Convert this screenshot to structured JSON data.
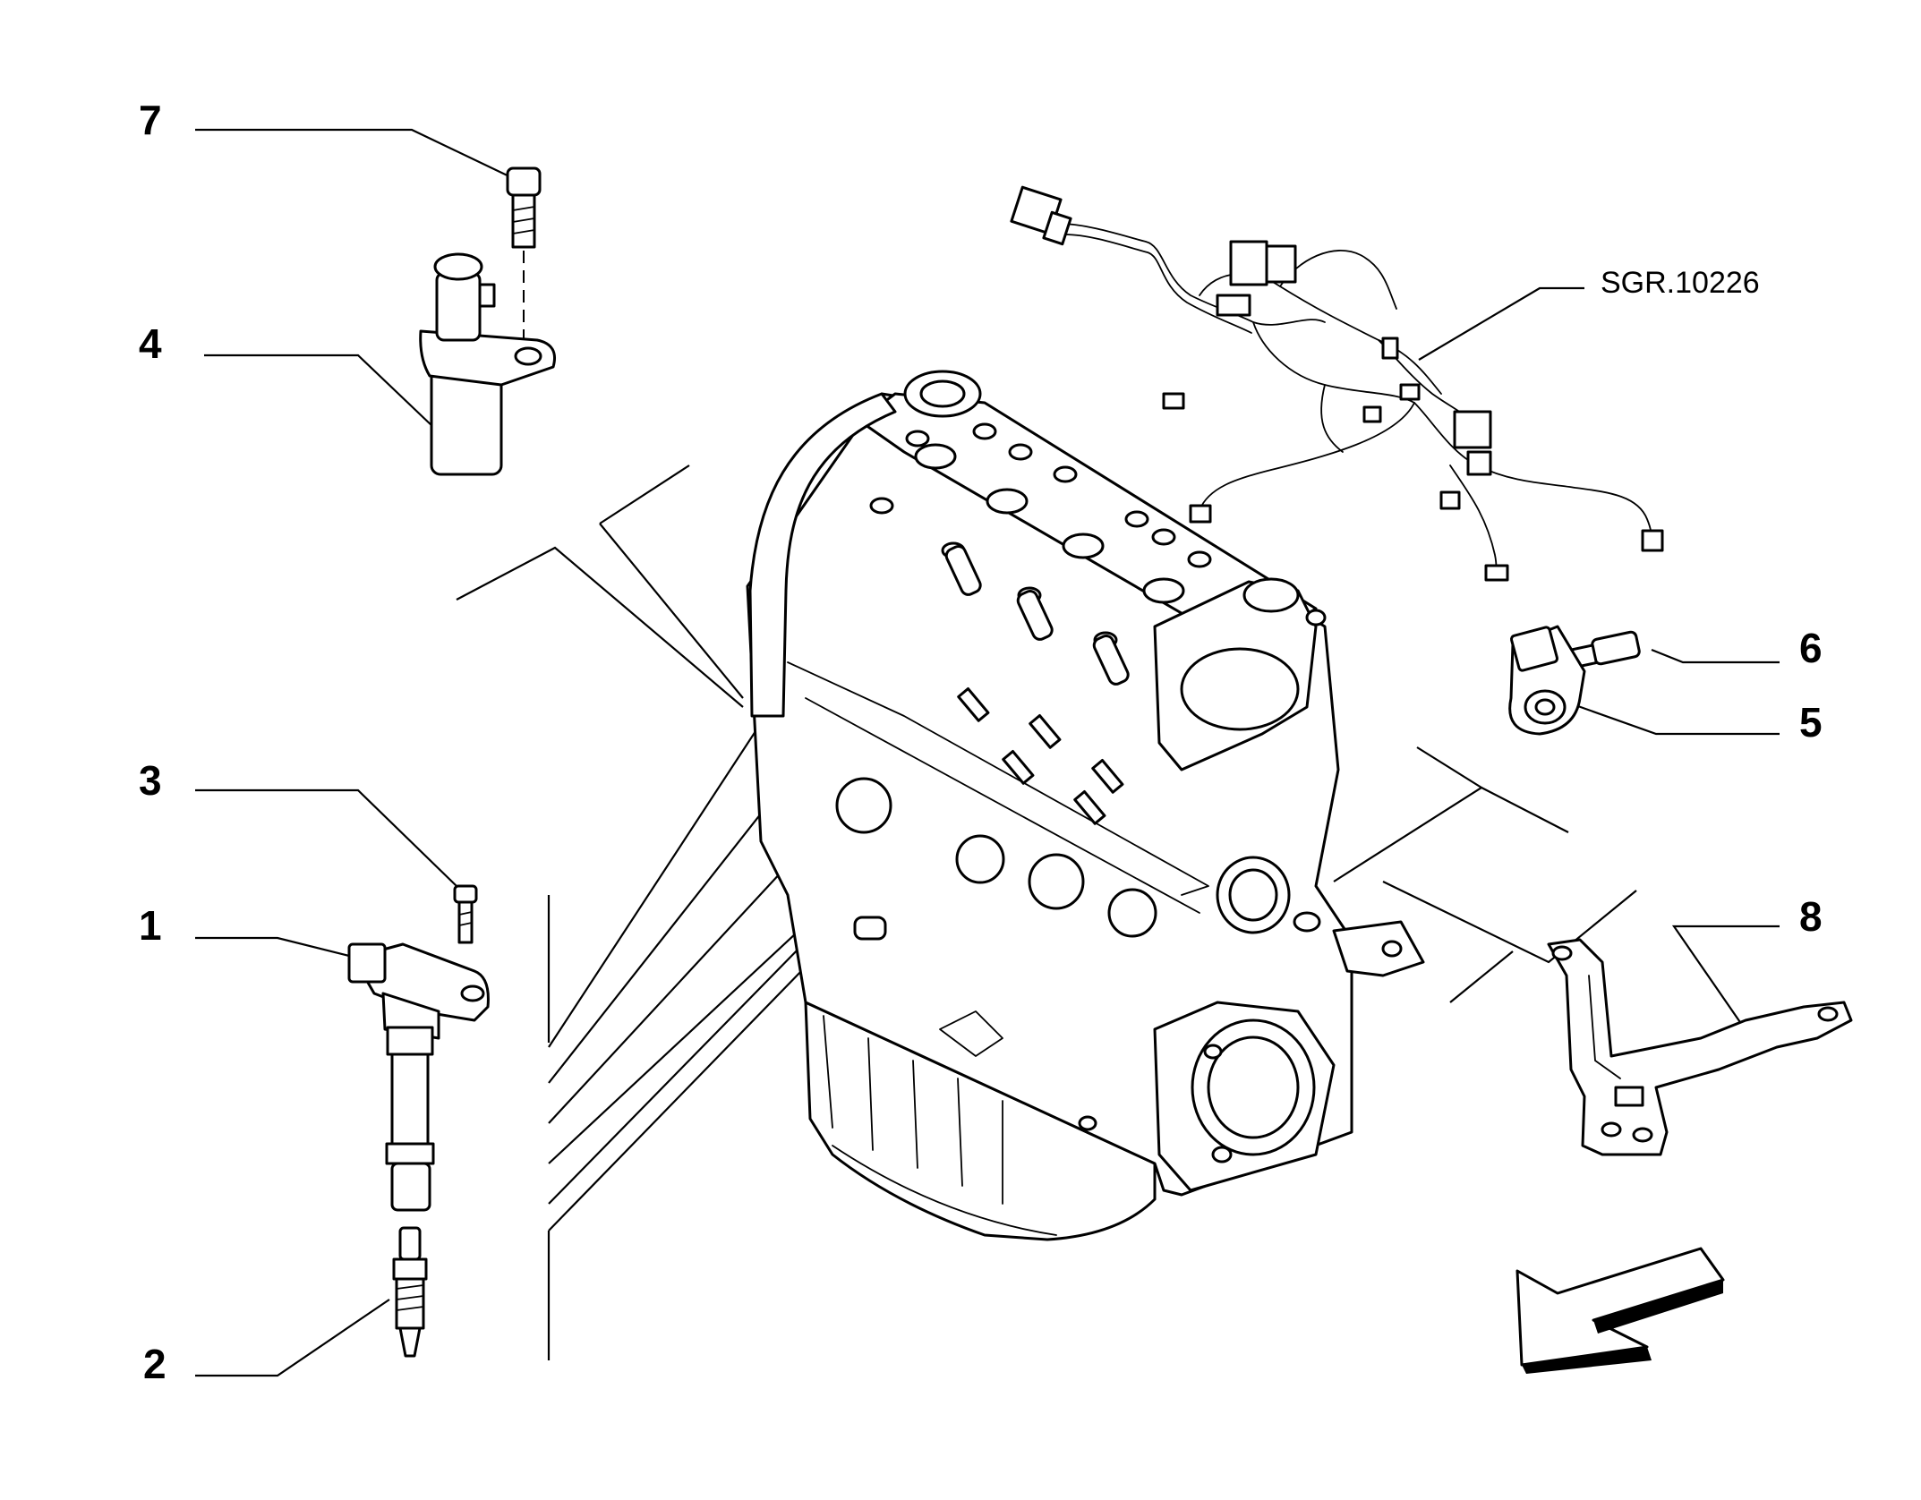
{
  "callouts": {
    "c1": "1",
    "c2": "2",
    "c3": "3",
    "c4": "4",
    "c5": "5",
    "c6": "6",
    "c7": "7",
    "c8": "8"
  },
  "reference_label": "SGR.10226",
  "icons": {
    "direction_arrow": "direction-arrow-icon"
  }
}
